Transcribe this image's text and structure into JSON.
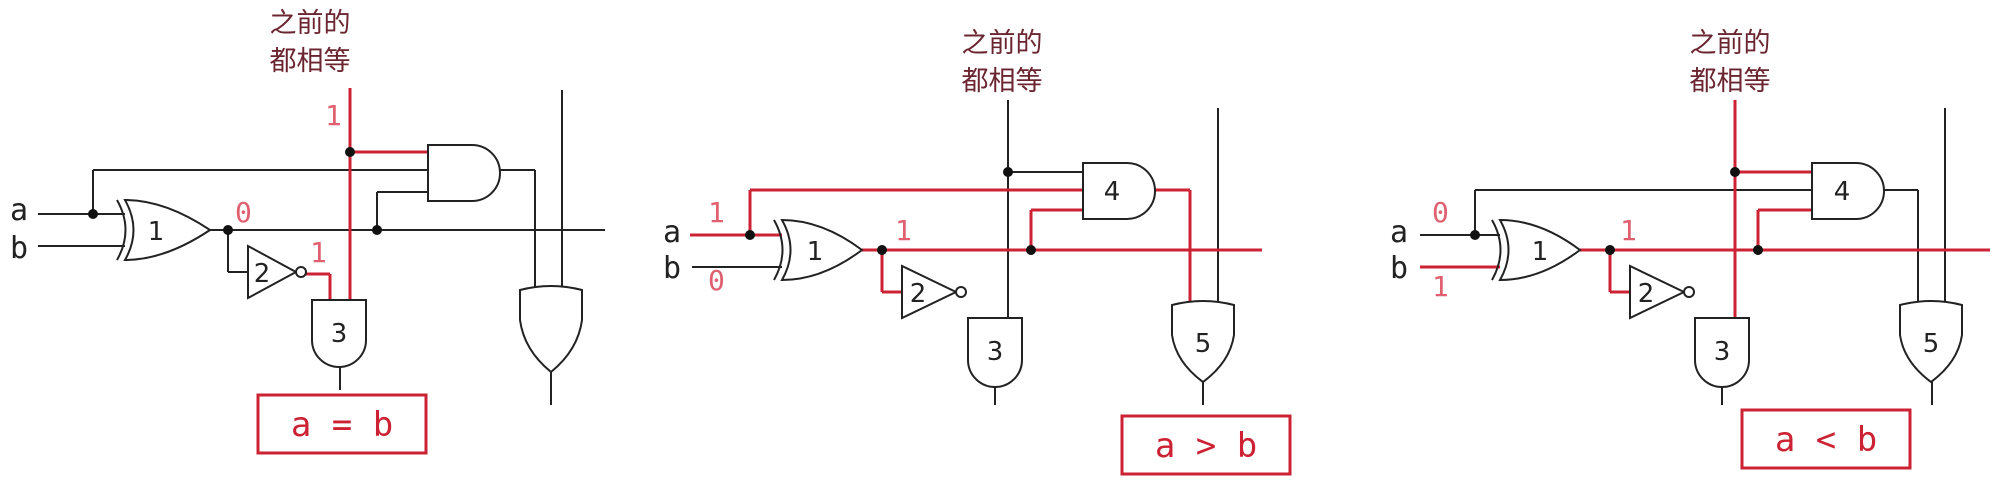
{
  "colors": {
    "signal": "#cc2233",
    "value_text": "#e06070",
    "wire": "#222222",
    "label": "#6b2530"
  },
  "panels": [
    {
      "top_label_1": "之前的",
      "top_label_2": "都相等",
      "input_a": "a",
      "input_b": "b",
      "top_value": "1",
      "xor_value": "0",
      "not_value": "1",
      "gates": [
        "1",
        "2",
        "3"
      ],
      "result": "a = b"
    },
    {
      "top_label_1": "之前的",
      "top_label_2": "都相等",
      "input_a": "a",
      "input_b": "b",
      "a_value": "1",
      "b_value": "0",
      "xor_value": "1",
      "gates": [
        "1",
        "2",
        "3",
        "4",
        "5"
      ],
      "result": "a > b"
    },
    {
      "top_label_1": "之前的",
      "top_label_2": "都相等",
      "input_a": "a",
      "input_b": "b",
      "a_value": "0",
      "b_value": "1",
      "xor_value": "1",
      "gates": [
        "1",
        "2",
        "3",
        "4",
        "5"
      ],
      "result": "a < b"
    }
  ]
}
